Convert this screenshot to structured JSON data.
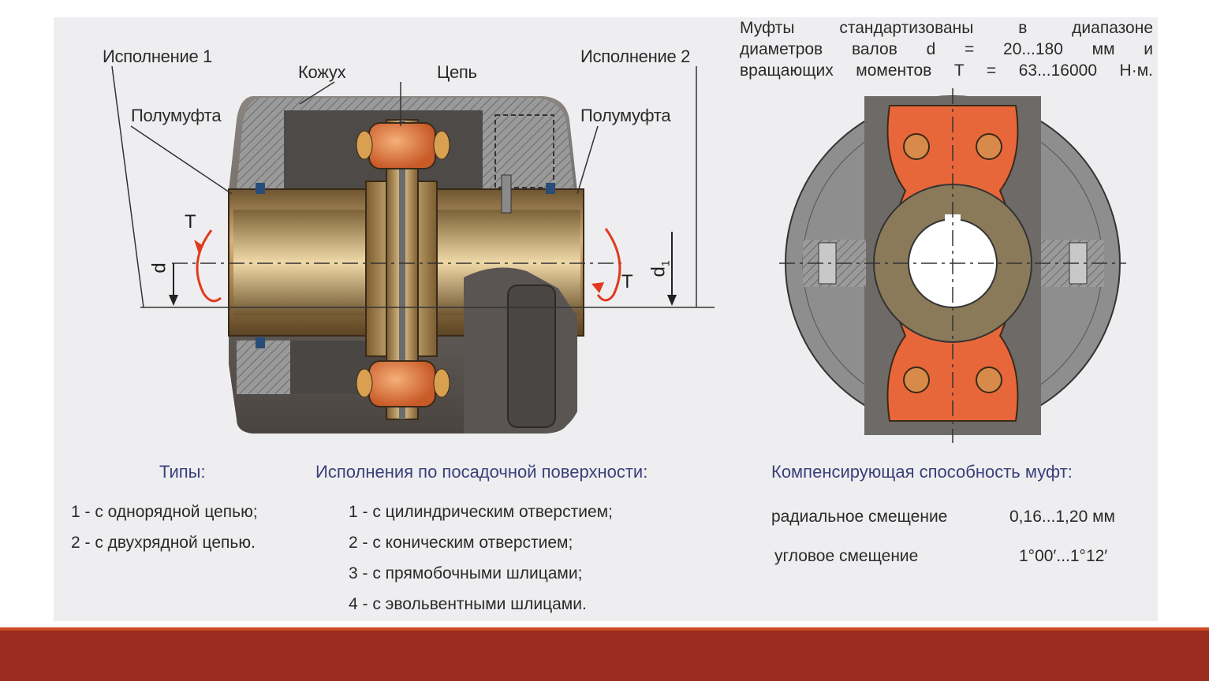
{
  "callouts": {
    "variant1": "Исполнение 1",
    "variant2": "Исполнение 2",
    "casing": "Кожух",
    "chain": "Цепь",
    "half_left": "Полумуфта",
    "half_right": "Полумуфта"
  },
  "symbols": {
    "torque_left": "T",
    "torque_right": "T",
    "diameter": "d",
    "diameter1": "d",
    "diameter1_sub": "1"
  },
  "note": {
    "line1": "Муфты стандартизованы в диапазоне",
    "line2": "диаметров валов d = 20...180 мм и",
    "line3": "вращающих моментов T = 63...16000 Н·м."
  },
  "types": {
    "header": "Типы:",
    "items": [
      "1 - с однорядной цепью;",
      "2 - с двухрядной цепью."
    ]
  },
  "fits": {
    "header": "Исполнения по посадочной поверхности:",
    "items": [
      "1 - с цилиндрическим отверстием;",
      "2 - с коническим отверстием;",
      "3 - с прямобочными шлицами;",
      "4 - с эвольвентными шлицами."
    ]
  },
  "compensation": {
    "header": "Компенсирующая способность муфт:",
    "radial_label": "радиальное смещение",
    "radial_value": "0,16...1,20 мм",
    "angular_label": "угловое смещение",
    "angular_value": "1°00′...1°12′"
  },
  "colors": {
    "panel": "#eeeef0",
    "bronze": "#a07a45",
    "orange": "#e8673a",
    "dark_gray": "#5a5a5a",
    "accent_bar": "#9b2b1f",
    "header_text": "#3b3f7a"
  }
}
